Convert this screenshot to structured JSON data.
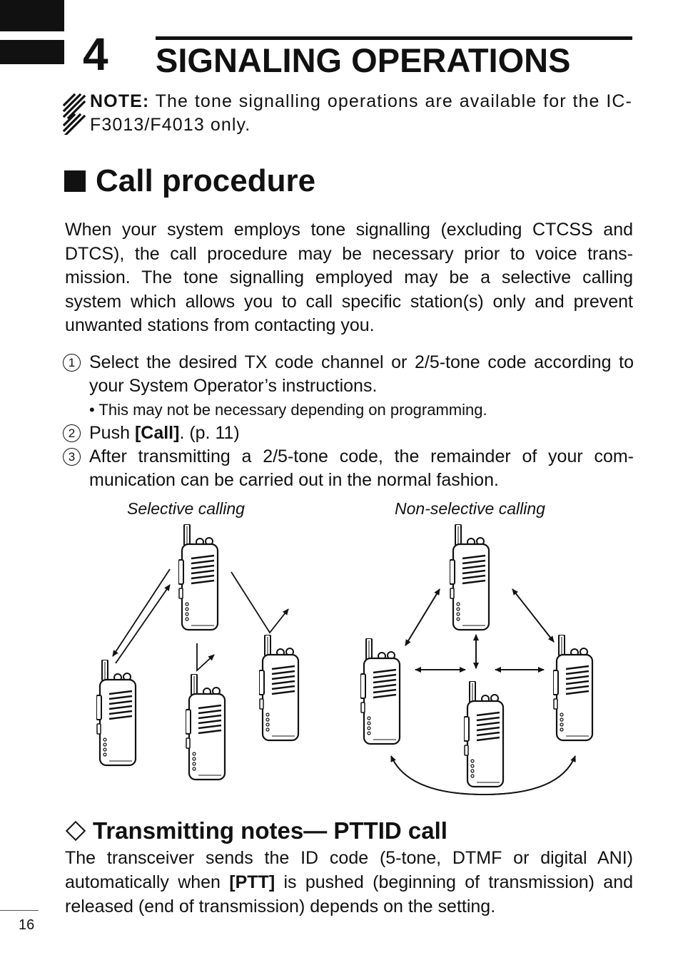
{
  "chapter": {
    "number": "4",
    "title": "SIGNALING OPERATIONS"
  },
  "note": {
    "label": "NOTE:",
    "text": " The tone signalling operations are available for the IC-F3013/F4013 only."
  },
  "section": {
    "title": "Call procedure",
    "intro": "When your system employs tone signalling (excluding CTCSS and DTCS), the call procedure may be necessary prior to voice trans-mission. The tone signalling employed may be a selective calling system which allows you to call specific station(s) only and prevent unwanted stations from contacting you."
  },
  "steps": [
    {
      "num": "1",
      "text": "Select the desired TX code channel or 2/5-tone code according to your System Operator’s instructions."
    },
    {
      "bullet": "• This may not be necessary depending on programming."
    },
    {
      "num": "2",
      "pre": "Push ",
      "bold": "[Call]",
      "post": ". (p. 11)"
    },
    {
      "num": "3",
      "text": "After transmitting a 2/5-tone code, the remainder of your com-munication can be carried out in the normal fashion."
    }
  ],
  "diagram": {
    "left_caption": "Selective calling",
    "right_caption": "Non-selective calling",
    "icon": "handheld-radio-icon"
  },
  "subsection": {
    "title": "Transmitting notes— PTTID call",
    "pre": "The transceiver sends the ID code (5-tone, DTMF or digital ANI) automatically when ",
    "bold": "[PTT]",
    "post": " is pushed (beginning of transmission) and released (end of transmission) depends on the setting."
  },
  "page_number": "16",
  "colors": {
    "ink": "#111111",
    "background": "#ffffff"
  }
}
